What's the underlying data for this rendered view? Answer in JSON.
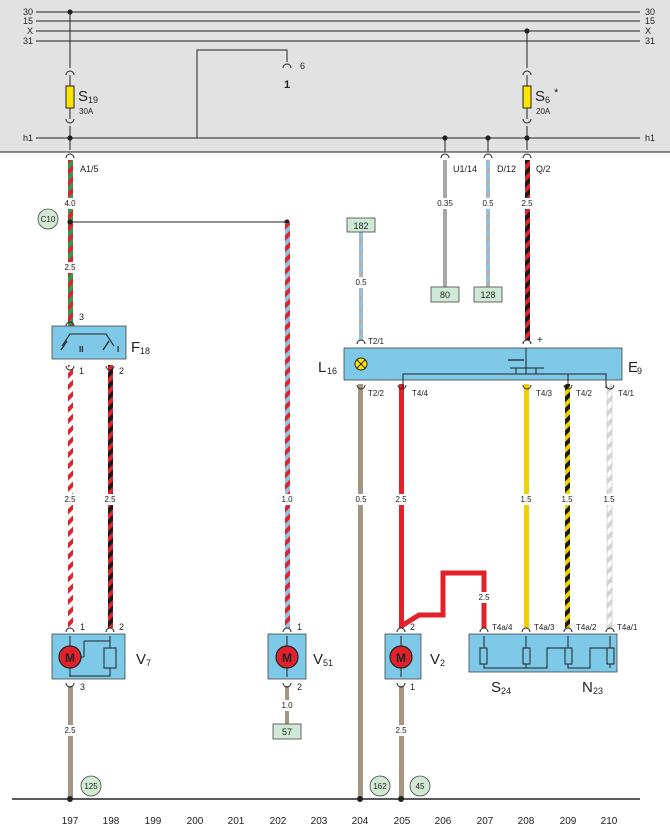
{
  "colors": {
    "panel": "#e2e2e2",
    "component_box": "#7ec8e8",
    "fuse": "#ffe400",
    "ground_tag": "#d2ead3",
    "ref_box": "#cfe9d6",
    "wire_red": "#e2222a",
    "wire_black": "#1a1a1a",
    "wire_blue": "#8ec2e8",
    "wire_green": "#2e9e48",
    "wire_grey": "#a8a8a8",
    "wire_brown": "#a69581",
    "wire_yellow": "#f2cf00",
    "wire_white": "#f6f6f6"
  },
  "bus_lines": [
    {
      "left": "30",
      "right": "30"
    },
    {
      "left": "15",
      "right": "15"
    },
    {
      "left": "X",
      "right": "X"
    },
    {
      "left": "31",
      "right": "31"
    },
    {
      "left": "h1",
      "right": "h1"
    }
  ],
  "top_switch": {
    "pin": "6",
    "number": "1"
  },
  "fuses": [
    {
      "letter": "S",
      "sub": "19",
      "rating": "30A",
      "note": ""
    },
    {
      "letter": "S",
      "sub": "6",
      "rating": "20A",
      "note": "*"
    }
  ],
  "connectors": {
    "a1_5": "A1/5",
    "u1_14": "U1/14",
    "d_12": "D/12",
    "q_2": "Q/2",
    "c10": "C10"
  },
  "gauges": {
    "main_4": "4.0",
    "main_25a": "2.5",
    "u1": "0.35",
    "d12": "0.5",
    "q2": "2.5",
    "t21": "0.5",
    "f18_1": "2.5",
    "f18_2": "2.5",
    "v51_feed": "1.0",
    "t22": "0.5",
    "t44": "2.5",
    "t43": "1.5",
    "t42": "1.5",
    "t41": "1.5",
    "v2_jump": "2.5",
    "v7_gnd": "2.5",
    "v51_gnd": "1.0",
    "v2_gnd": "2.5"
  },
  "ref_boxes": [
    "182",
    "80",
    "128",
    "57"
  ],
  "f18": {
    "letter": "F",
    "sub": "18",
    "pin_top": "3",
    "pin_left": "1",
    "pin_right": "2",
    "pos_a": "II",
    "pos_b": "I"
  },
  "l16": {
    "letter": "L",
    "sub": "16"
  },
  "e9": {
    "letter": "E",
    "sub": "9",
    "plus": "+",
    "pins_top": [
      "T2/1"
    ],
    "pins_bottom": [
      "T2/2",
      "T4/4",
      "T4/3",
      "T4/2",
      "T4/1"
    ]
  },
  "motors": [
    {
      "letter": "V",
      "sub": "7",
      "pins": [
        "1",
        "2",
        "3"
      ],
      "symbol": "M"
    },
    {
      "letter": "V",
      "sub": "51",
      "pins": [
        "1",
        "2"
      ],
      "symbol": "M"
    },
    {
      "letter": "V",
      "sub": "2",
      "pins": [
        "2",
        "1"
      ],
      "symbol": "M"
    }
  ],
  "resistor_box": {
    "pins": [
      "T4a/4",
      "T4a/3",
      "T4a/2",
      "T4a/1"
    ],
    "label_s": {
      "letter": "S",
      "sub": "24"
    },
    "label_n": {
      "letter": "N",
      "sub": "23"
    }
  },
  "ground_tags": [
    "125",
    "162",
    "45"
  ],
  "grid_numbers": [
    "197",
    "198",
    "199",
    "200",
    "201",
    "202",
    "203",
    "204",
    "205",
    "206",
    "207",
    "208",
    "209",
    "210"
  ]
}
